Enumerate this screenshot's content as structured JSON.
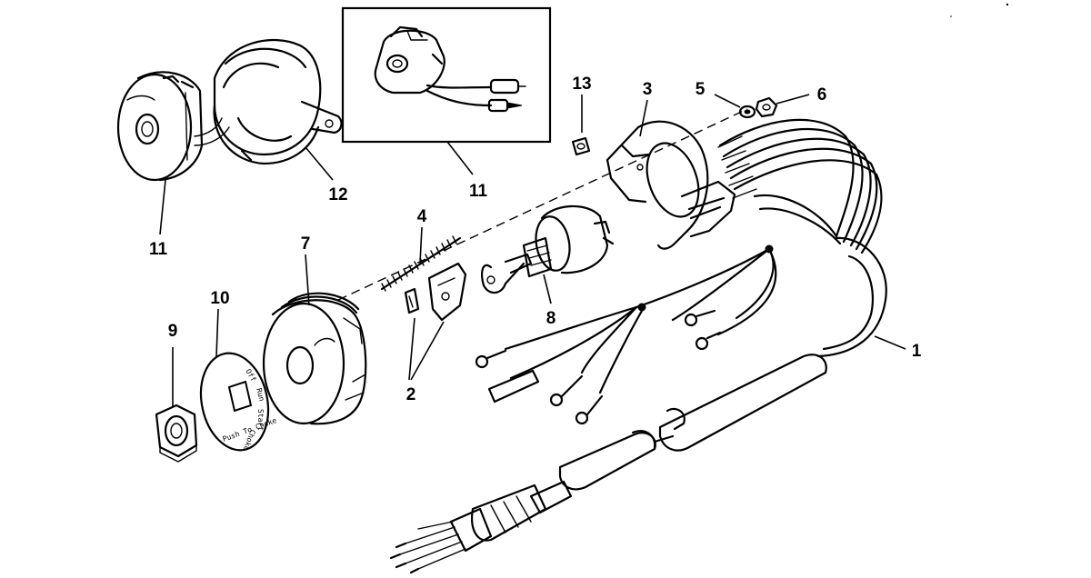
{
  "callouts": [
    {
      "id": "1",
      "label": "1"
    },
    {
      "id": "2",
      "label": "2"
    },
    {
      "id": "3",
      "label": "3"
    },
    {
      "id": "4",
      "label": "4"
    },
    {
      "id": "5",
      "label": "5"
    },
    {
      "id": "6",
      "label": "6"
    },
    {
      "id": "7",
      "label": "7"
    },
    {
      "id": "8",
      "label": "8"
    },
    {
      "id": "9",
      "label": "9"
    },
    {
      "id": "10",
      "label": "10"
    },
    {
      "id": "11a",
      "label": "11"
    },
    {
      "id": "11b",
      "label": "11"
    },
    {
      "id": "12",
      "label": "12"
    },
    {
      "id": "13",
      "label": "13"
    }
  ],
  "disc_text": [
    "Off",
    "Run",
    "Start",
    "Choke",
    "Push To Choke"
  ]
}
